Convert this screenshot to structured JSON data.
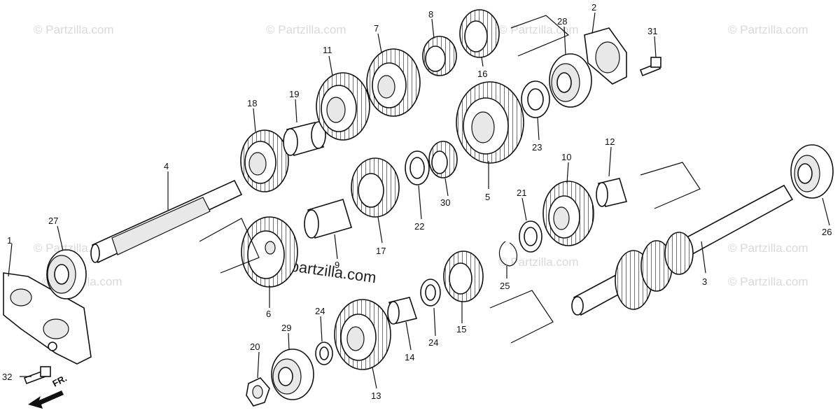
{
  "watermarks": {
    "corner": "© Partzilla.com",
    "center": "© partzilla.com"
  },
  "direction_label": "FR.",
  "callouts": {
    "c1": "1",
    "c2": "2",
    "c3": "3",
    "c4": "4",
    "c5": "5",
    "c6": "6",
    "c7": "7",
    "c8": "8",
    "c9": "9",
    "c10": "10",
    "c11": "11",
    "c12": "12",
    "c13": "13",
    "c14": "14",
    "c15": "15",
    "c16": "16",
    "c17": "17",
    "c18": "18",
    "c19": "19",
    "c20": "20",
    "c21": "21",
    "c22": "22",
    "c23": "23",
    "c24a": "24",
    "c24b": "24",
    "c25": "25",
    "c26": "26",
    "c27": "27",
    "c28": "28",
    "c29": "29",
    "c30": "30",
    "c31": "31",
    "c32": "32"
  },
  "icons": {
    "arrow": "front-direction-arrow-icon"
  }
}
